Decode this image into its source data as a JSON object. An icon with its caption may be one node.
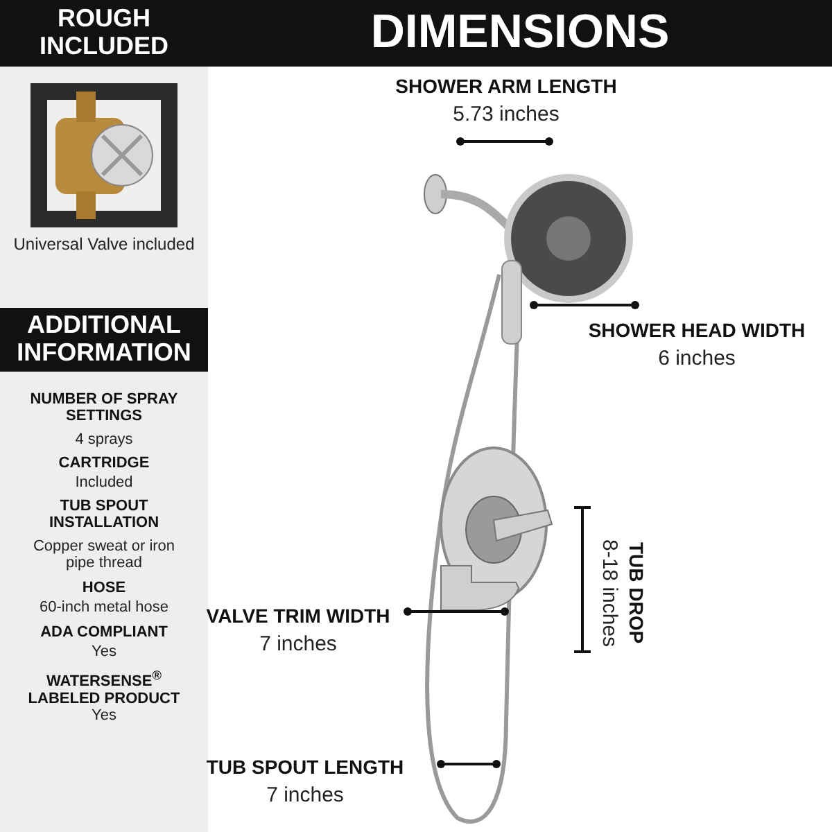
{
  "diagram": {
    "title": "DIMENSIONS",
    "labels": [
      "ROUGH INCLUDED",
      "Universal Valve included",
      "ADDITIONAL INFORMATION",
      "NUMBER OF SPRAY SETTINGS",
      "4 sprays",
      "CARTRIDGE",
      "Included",
      "TUB SPOUT INSTALLATION",
      "Copper sweat or iron pipe thread",
      "HOSE",
      "60-inch metal hose",
      "ADA COMPLIANT",
      "Yes",
      "WATERSENSE$^{®}$ LABELED PRODUCT",
      "Yes",
      "SHOWER ARM LENGTH",
      "5.73 inches",
      "SHOWER HEAD WIDTH",
      "6 inches",
      "VALVE TRIM WIDTH",
      "7 inches",
      "TUB DROP",
      "8-18 inches",
      "TUB SPOUT LENGTH",
      "7 inches"
    ]
  }
}
